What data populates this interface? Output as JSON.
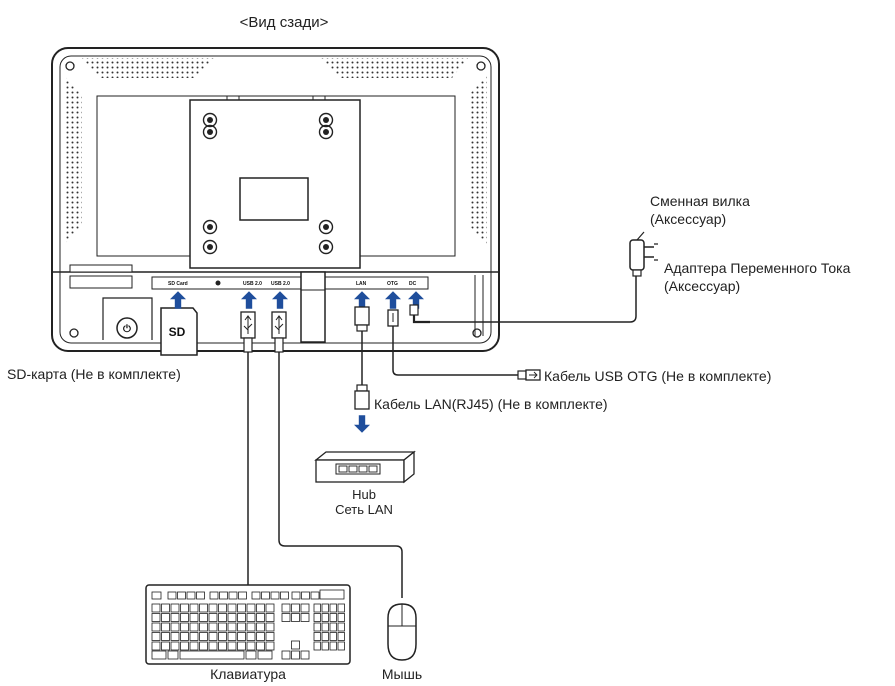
{
  "title": "<Вид сзади>",
  "ports": {
    "sd": "SD Card",
    "usb1": "USB 2.0",
    "usb2": "USB 2.0",
    "lan": "LAN",
    "otg": "OTG",
    "dc": "DC"
  },
  "sd_card_text": "SD",
  "labels": {
    "plug": "Сменная вилка",
    "plug_acc": "(Аксессуар)",
    "adapter": "Адаптера Переменного Тока",
    "adapter_acc": "(Аксессуар)",
    "sd_card": "SD-карта (Не в комплекте)",
    "usb_otg": "Кабель USB OTG (Не в комплекте)",
    "lan_cable": "Кабель LAN(RJ45) (Не в комплекте)",
    "hub": "Hub",
    "lan_net": "Сеть LAN",
    "keyboard": "Клавиатура",
    "mouse": "Мышь"
  },
  "colors": {
    "arrow": "#1f4e9c",
    "line": "#2a2a2a"
  }
}
